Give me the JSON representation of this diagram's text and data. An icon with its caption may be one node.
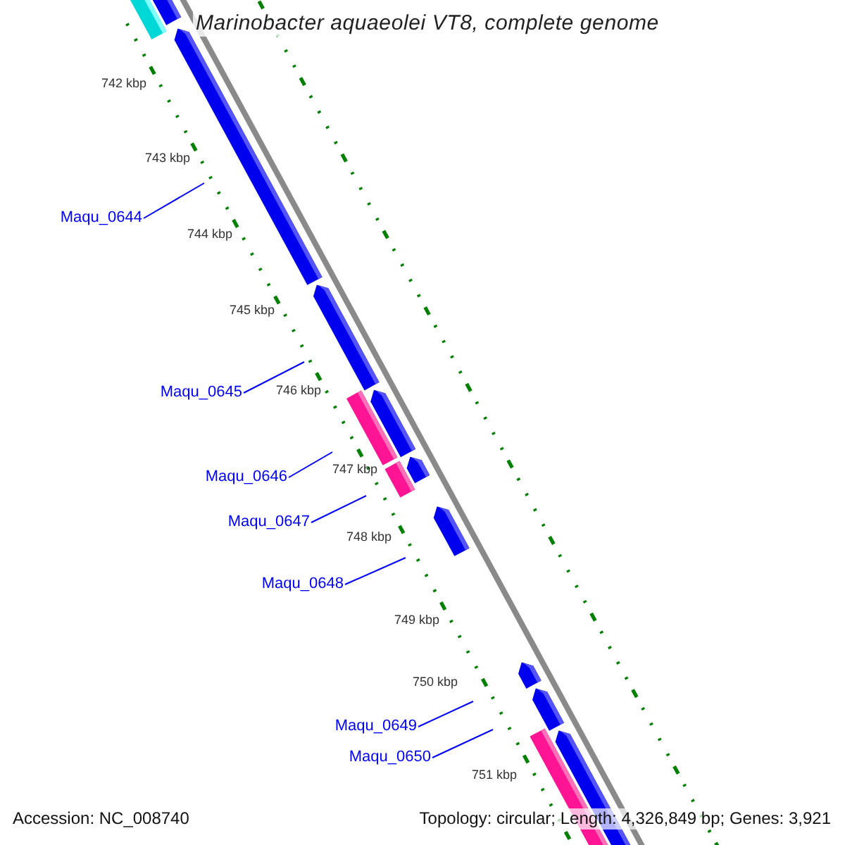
{
  "diagram": {
    "title": "Marinobacter aquaeolei VT8, complete genome",
    "nodes": [
      {
        "text": [
          "Maqu_0644"
        ]
      },
      {
        "text": [
          "Maqu_0645"
        ]
      },
      {
        "text": [
          "Maqu_0646"
        ]
      },
      {
        "text": [
          "Maqu_0647"
        ]
      },
      {
        "text": [
          "Maqu_0648"
        ]
      },
      {
        "text": [
          "Maqu_0649"
        ]
      },
      {
        "text": [
          "Maqu_0650"
        ]
      }
    ],
    "edges": [
      {
        "from": 0,
        "to": null,
        "arrow": "none"
      },
      {
        "from": 1,
        "to": null,
        "arrow": "none"
      },
      {
        "from": 2,
        "to": null,
        "arrow": "none"
      },
      {
        "from": 3,
        "to": null,
        "arrow": "none"
      },
      {
        "from": 4,
        "to": null,
        "arrow": "none"
      },
      {
        "from": 5,
        "to": null,
        "arrow": "none"
      },
      {
        "from": 6,
        "to": null,
        "arrow": "none"
      }
    ],
    "labels": [
      "742 kbp",
      "743 kbp",
      "744 kbp",
      "745 kbp",
      "746 kbp",
      "747 kbp",
      "748 kbp",
      "749 kbp",
      "750 kbp",
      "751 kbp",
      "Accession: NC_008740",
      "Topology: circular; Length: 4,326,849 bp; Genes: 3,921"
    ]
  }
}
